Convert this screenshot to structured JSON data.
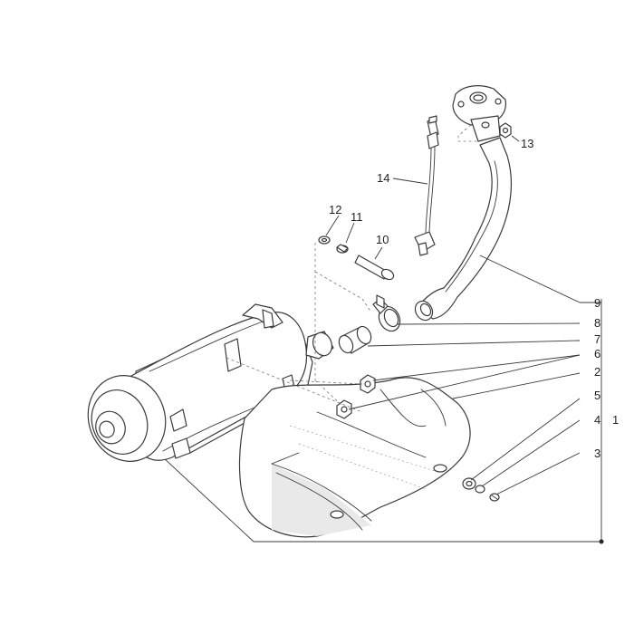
{
  "diagram": {
    "callouts": [
      "1",
      "2",
      "3",
      "4",
      "5",
      "6",
      "7",
      "8",
      "9",
      "10",
      "11",
      "12",
      "13",
      "14"
    ]
  },
  "colors": {
    "line": "#3a3a3a",
    "background": "#ffffff"
  }
}
